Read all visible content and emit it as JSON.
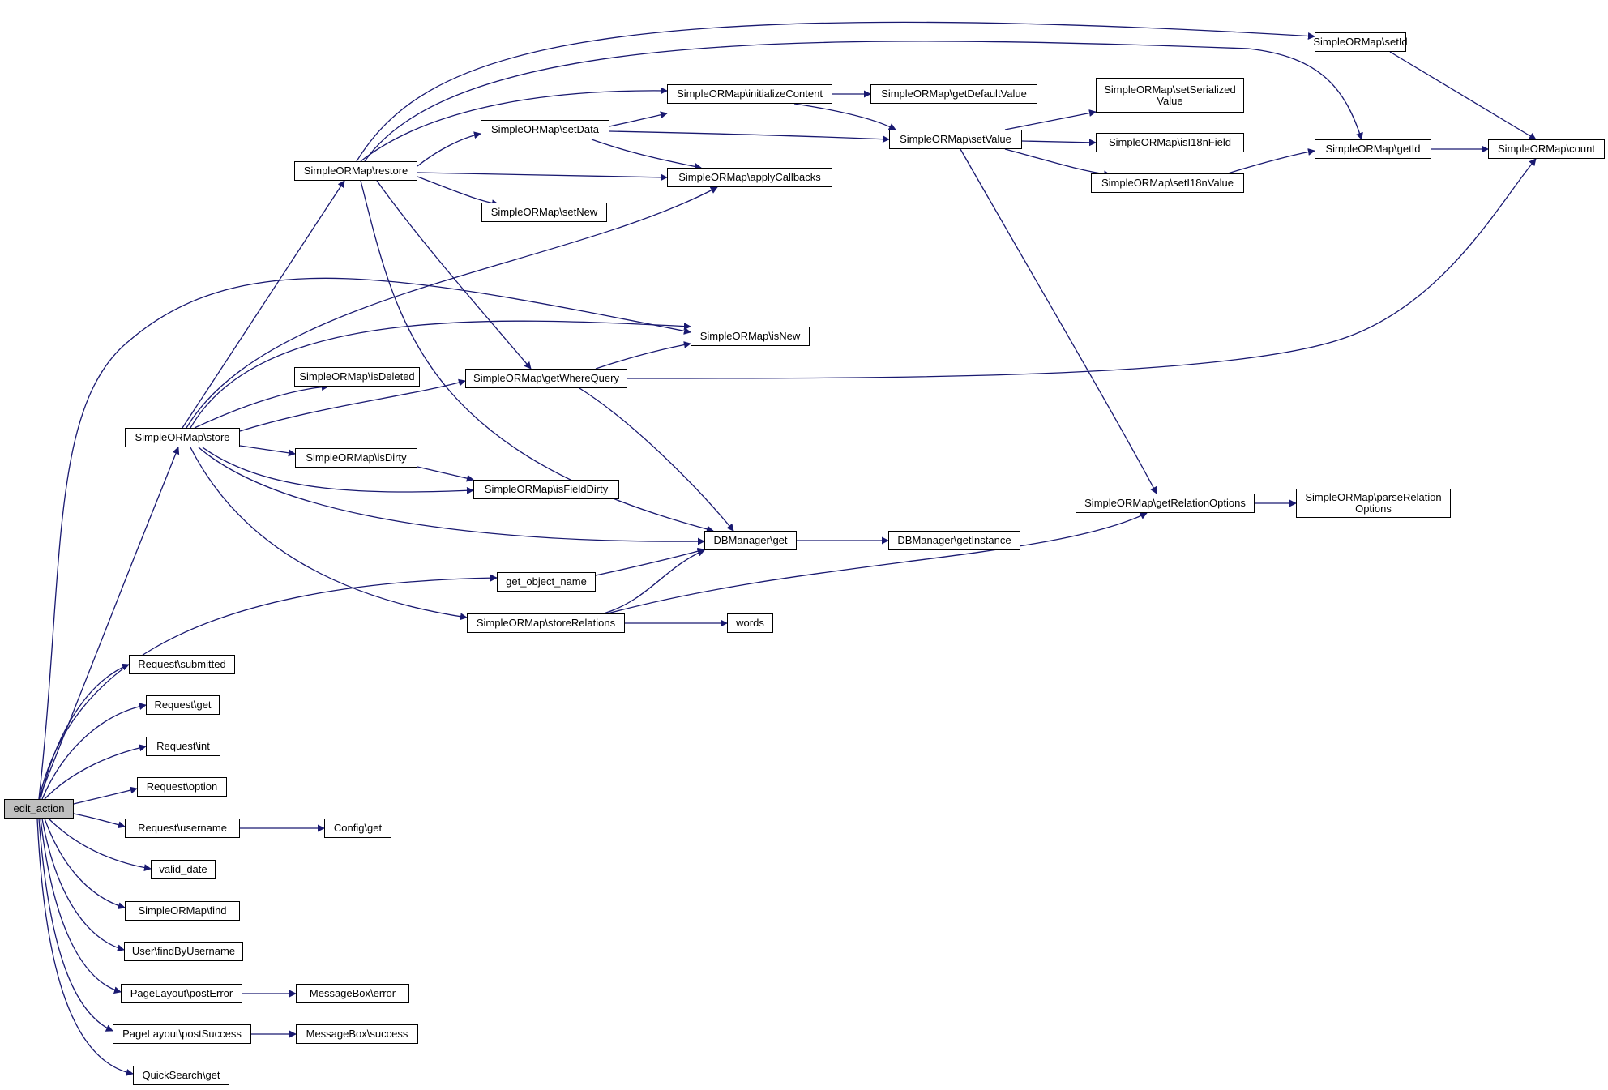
{
  "colors": {
    "edge": "#191970",
    "node_border": "#000000",
    "root_fill": "#bfbfbf",
    "node_fill": "#ffffff"
  },
  "nodes": {
    "edit_action": "edit_action",
    "store": "SimpleORMap\\store",
    "restore": "SimpleORMap\\restore",
    "setData": "SimpleORMap\\setData",
    "initializeContent": "SimpleORMap\\initializeContent",
    "getDefaultValue": "SimpleORMap\\getDefaultValue",
    "setValue": "SimpleORMap\\setValue",
    "setSerializedValue": "SimpleORMap\\setSerialized\nValue",
    "isI18nField": "SimpleORMap\\isI18nField",
    "setI18nValue": "SimpleORMap\\setI18nValue",
    "setId": "SimpleORMap\\setId",
    "getId": "SimpleORMap\\getId",
    "count": "SimpleORMap\\count",
    "applyCallbacks": "SimpleORMap\\applyCallbacks",
    "setNew": "SimpleORMap\\setNew",
    "isNew": "SimpleORMap\\isNew",
    "getWhereQuery": "SimpleORMap\\getWhereQuery",
    "isDeleted": "SimpleORMap\\isDeleted",
    "isDirty": "SimpleORMap\\isDirty",
    "isFieldDirty": "SimpleORMap\\isFieldDirty",
    "dbget": "DBManager\\get",
    "getInstance": "DBManager\\getInstance",
    "get_object_name": "get_object_name",
    "storeRelations": "SimpleORMap\\storeRelations",
    "words": "words",
    "getRelationOptions": "SimpleORMap\\getRelationOptions",
    "parseRelationOptions": "SimpleORMap\\parseRelation\nOptions",
    "submitted": "Request\\submitted",
    "reqget": "Request\\get",
    "reqint": "Request\\int",
    "option": "Request\\option",
    "username": "Request\\username",
    "configget": "Config\\get",
    "valid_date": "valid_date",
    "find": "SimpleORMap\\find",
    "findByUsername": "User\\findByUsername",
    "postError": "PageLayout\\postError",
    "mberror": "MessageBox\\error",
    "postSuccess": "PageLayout\\postSuccess",
    "mbsuccess": "MessageBox\\success",
    "qsget": "QuickSearch\\get"
  }
}
